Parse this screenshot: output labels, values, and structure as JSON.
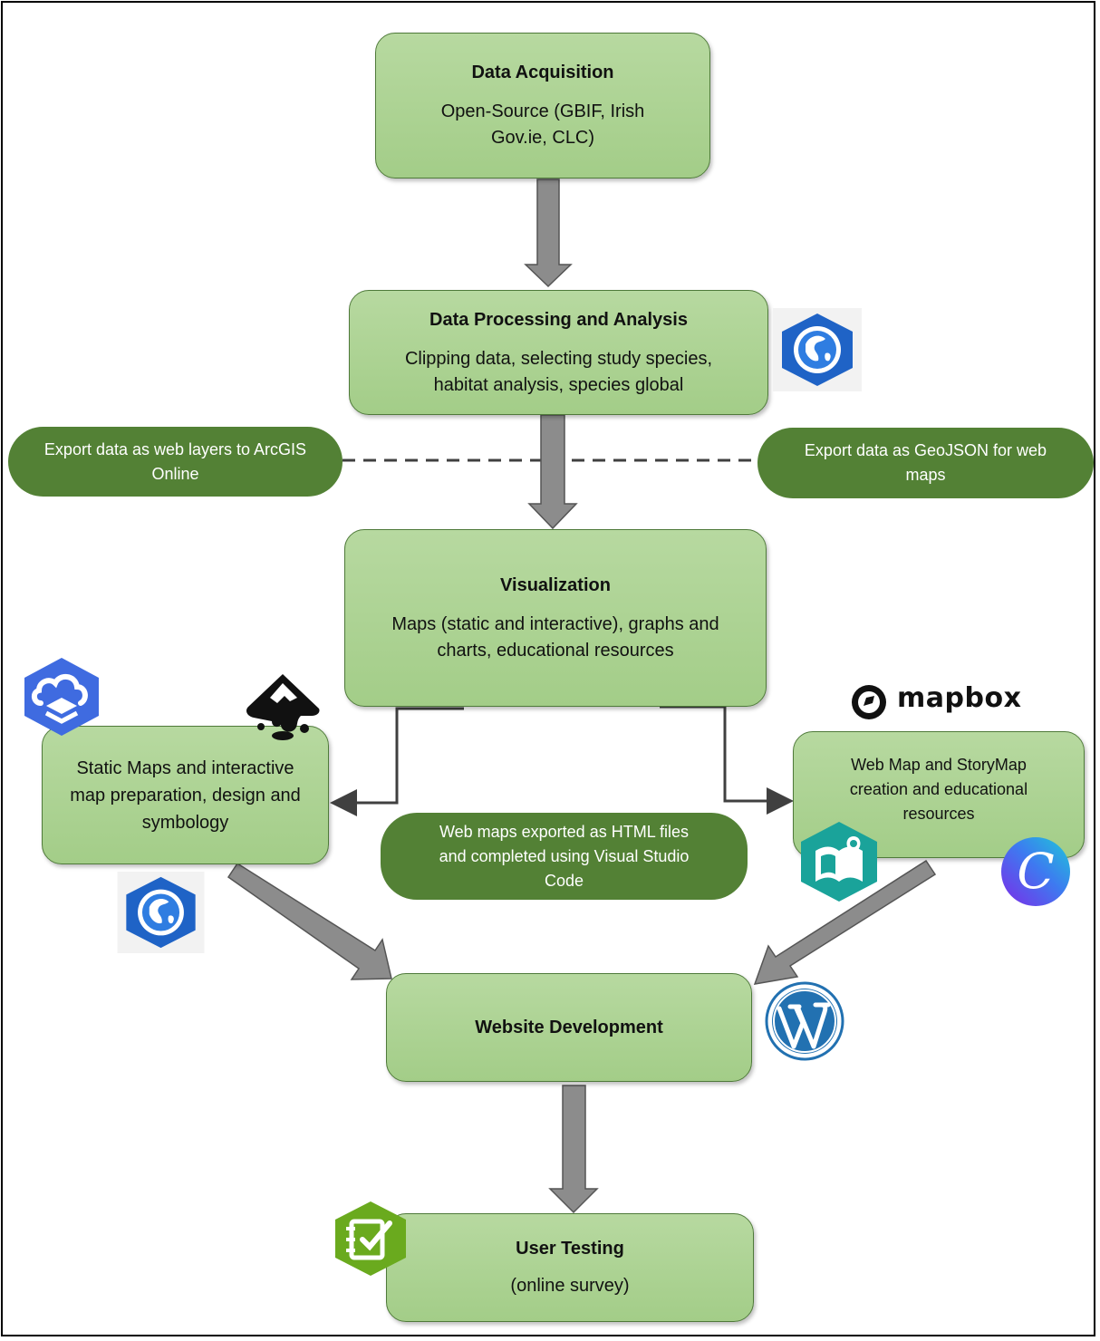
{
  "nodes": {
    "acquisition": {
      "title": "Data Acquisition",
      "body": "Open-Source (GBIF, Irish Gov.ie, CLC)"
    },
    "processing": {
      "title": "Data Processing and Analysis",
      "body": "Clipping data, selecting study species, habitat analysis, species global"
    },
    "visualization": {
      "title": "Visualization",
      "body": "Maps (static and interactive), graphs and charts, educational resources"
    },
    "static_maps": {
      "body": "Static Maps and interactive map preparation, design and symbology"
    },
    "web_map": {
      "body": "Web Map and StoryMap creation and educational resources"
    },
    "website": {
      "title": "Website Development"
    },
    "user_testing": {
      "title": "User Testing",
      "body": "(online survey)"
    }
  },
  "pills": {
    "export_arcgis": "Export data as web layers to ArcGIS Online",
    "export_geojson": "Export data as GeoJSON for web maps",
    "html_export": "Web maps exported as HTML files and completed using Visual Studio Code"
  },
  "logos": {
    "mapbox_word": "mapbox",
    "canva_letter": "C",
    "icons": [
      "arcgis-pro-icon",
      "arcgis-online-icon",
      "inkscape-icon",
      "mapbox-icon",
      "storymaps-icon",
      "canva-icon",
      "wordpress-icon",
      "survey123-icon"
    ]
  },
  "colors": {
    "box_fill": "#a9d18e",
    "pill_fill": "#538135",
    "arrow": "#7f7f7f"
  }
}
